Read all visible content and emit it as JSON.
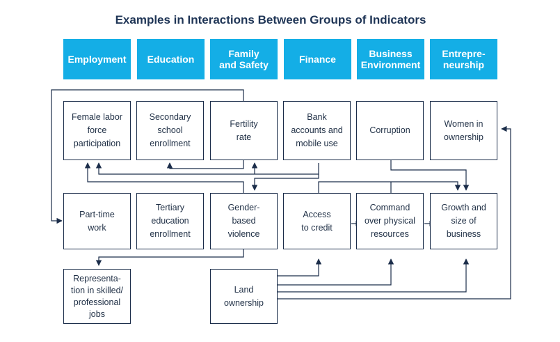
{
  "title": "Examples in Interactions Between Groups of Indicators",
  "headers": {
    "employment": "Employment",
    "education": "Education",
    "family_safety": "Family\nand Safety",
    "finance": "Finance",
    "business_env": "Business\nEnvironment",
    "entrepreneurship": "Entrepre-\nneurship"
  },
  "nodes": {
    "female_labor": "Female labor\nforce\nparticipation",
    "secondary_school": "Secondary\nschool\nenrollment",
    "fertility": "Fertility\nrate",
    "bank_accounts": "Bank\naccounts and\nmobile use",
    "corruption": "Corruption",
    "women_ownership": "Women in\nownership",
    "part_time": "Part-time\nwork",
    "tertiary": "Tertiary\neducation\nenrollment",
    "gender_violence": "Gender-\nbased\nviolence",
    "access_credit": "Access\nto credit",
    "command_resources": "Command\nover physical\nresources",
    "growth_business": "Growth and\nsize of\nbusiness",
    "representation": "Representa-\ntion in skilled/\nprofessional\njobs",
    "land_ownership": "Land\nownership"
  },
  "colors": {
    "header_fill": "#14aee6",
    "title_text": "#1f3556",
    "line": "#1b2d4a"
  }
}
